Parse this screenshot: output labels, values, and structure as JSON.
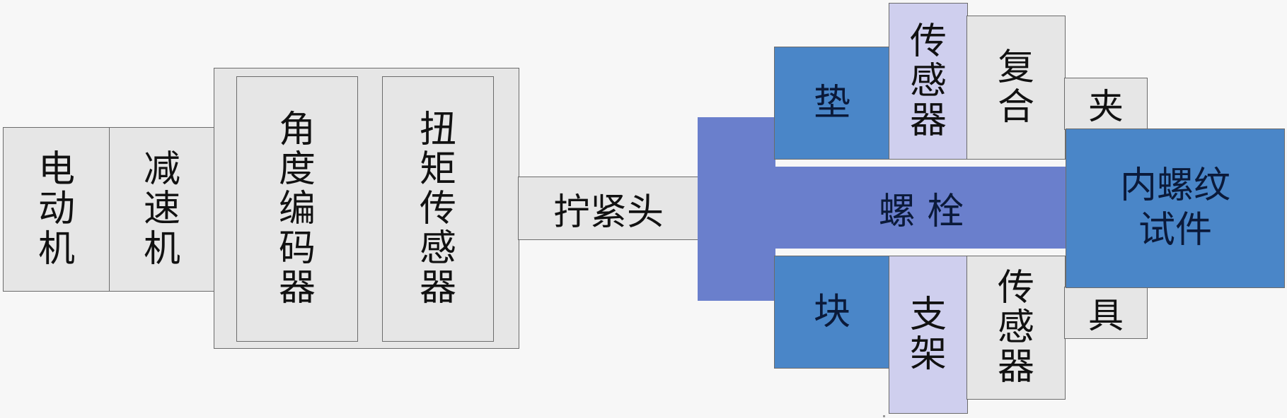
{
  "blocks": {
    "motor": "电动机",
    "reducer": "减速机",
    "angle_encoder": "角度编码器",
    "torque_sensor": "扭矩传感器",
    "tightening_head": "拧紧头",
    "washer_top": "垫",
    "washer_bottom": "块",
    "sensor_top": "传感器",
    "support": "支架",
    "composite": "复合",
    "composite_sensor": "传感器",
    "clamp_top": "夹",
    "clamp_bottom": "具",
    "bolt": "螺 栓",
    "specimen_line1": "内螺纹",
    "specimen_line2": "试件"
  },
  "colors": {
    "grey_fill": "#e6e6e6",
    "lavender_fill": "#cfcfee",
    "blue_fill": "#4a86c8",
    "indigo_fill": "#6a7fcc",
    "border": "#6b6b6b"
  }
}
